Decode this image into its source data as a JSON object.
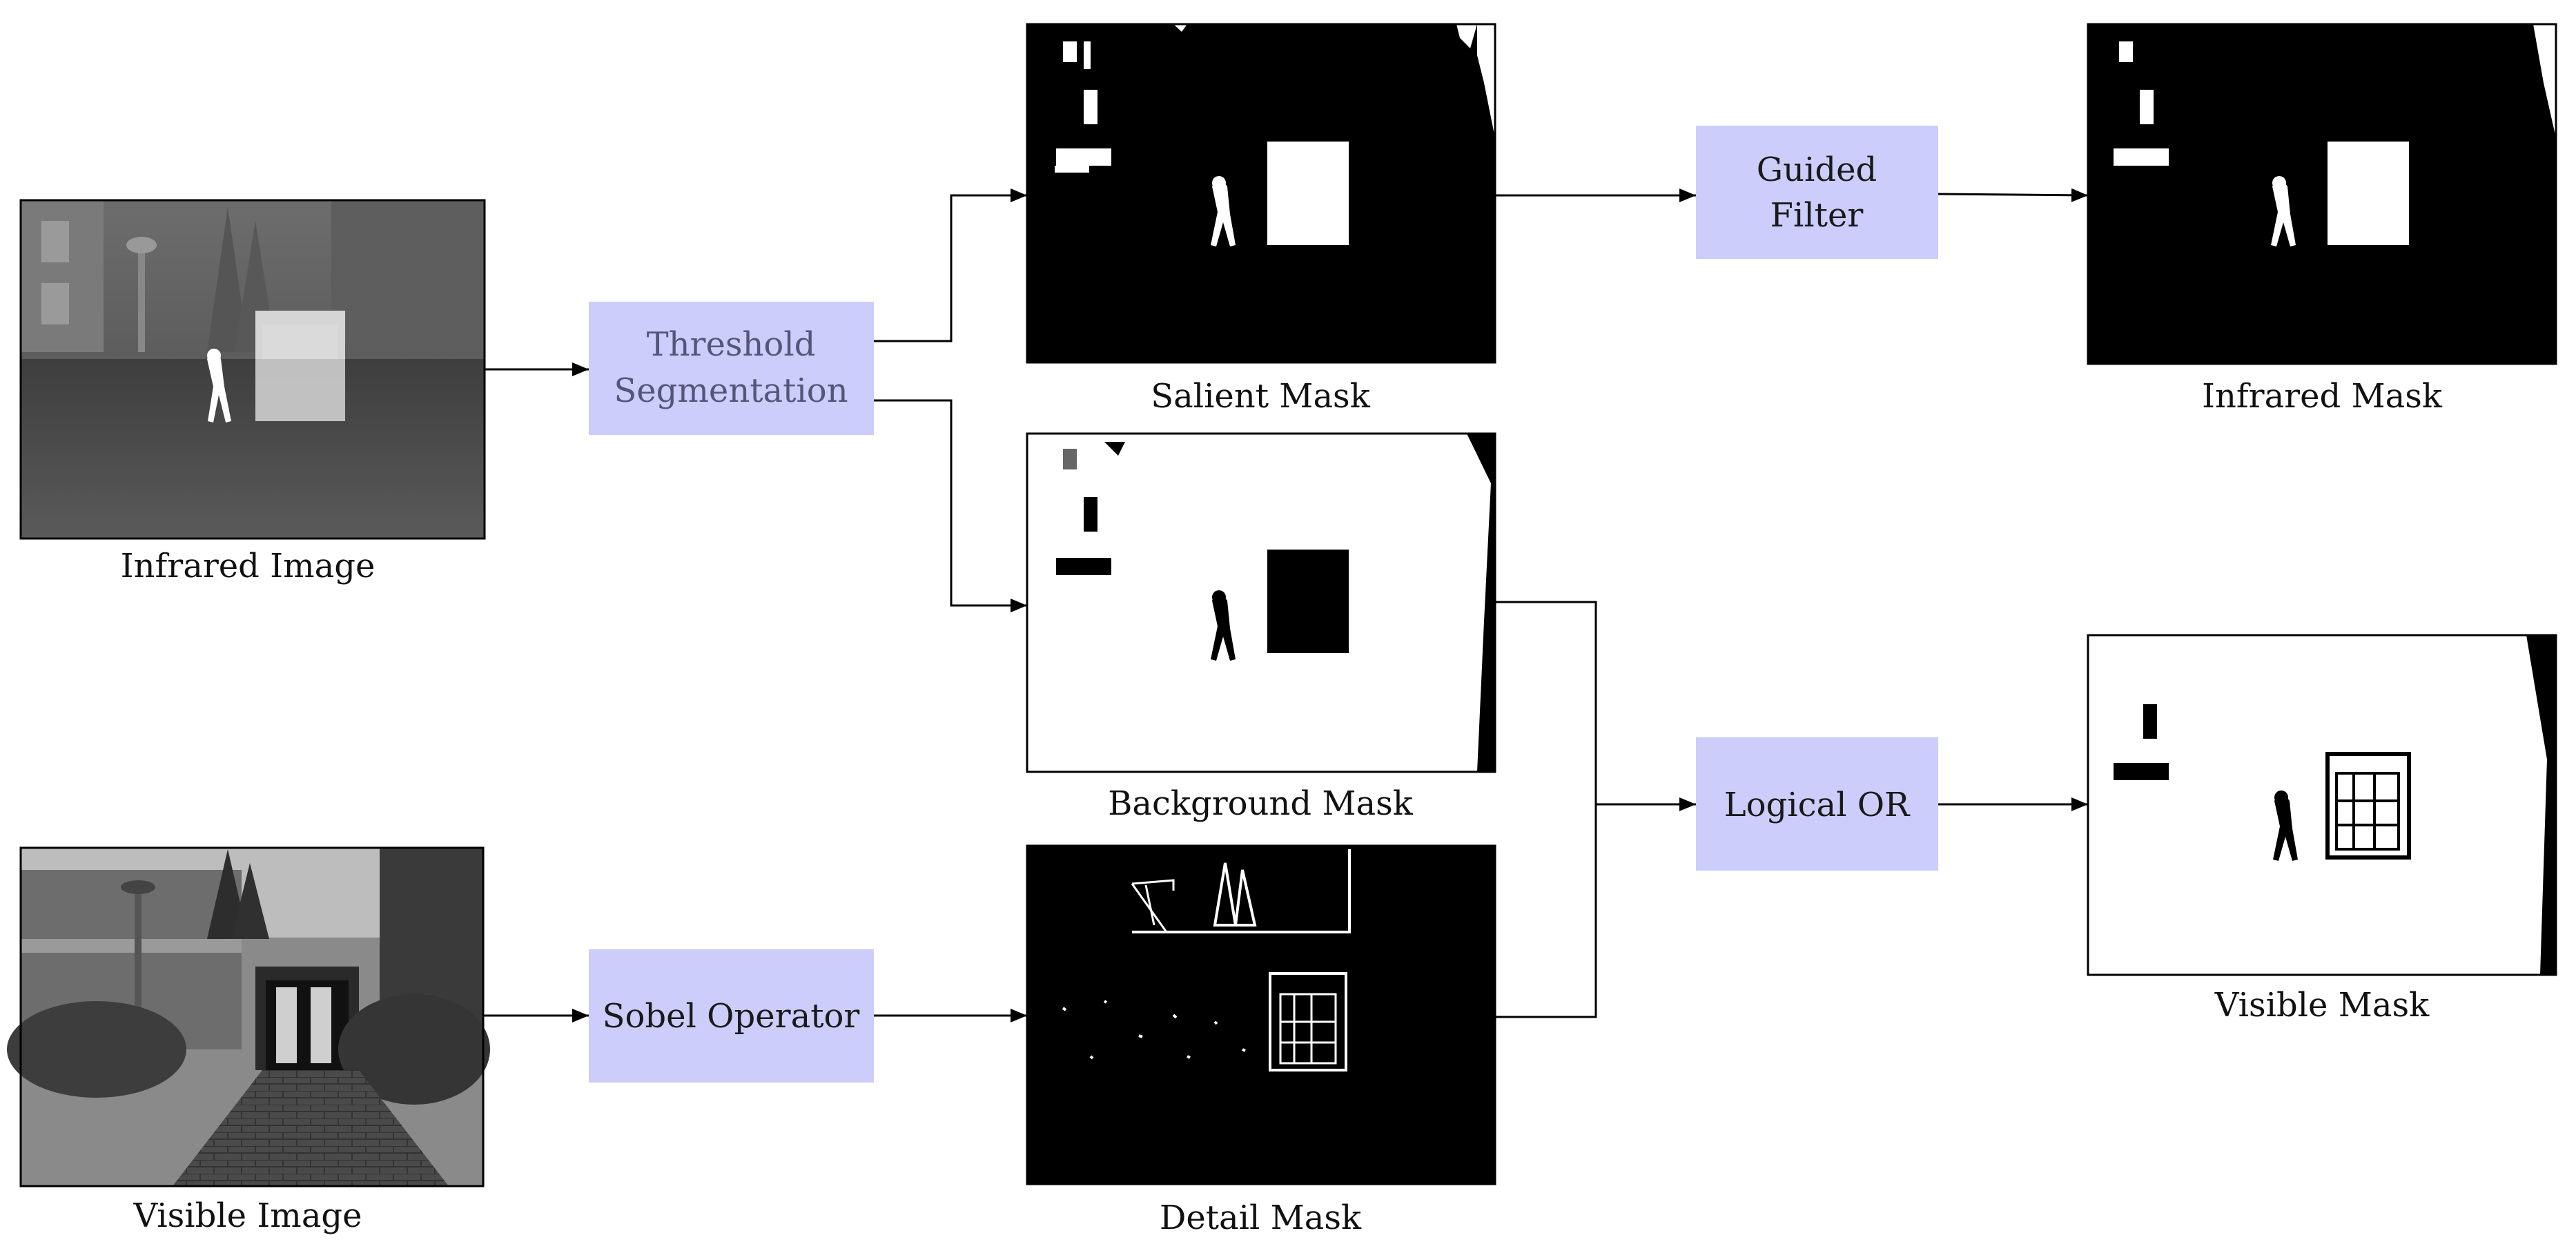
{
  "colors": {
    "process_fill": "#cccdfb",
    "process_text": "#1a1a1a",
    "threshold_text": "#55557a",
    "edge": "#000000"
  },
  "images": {
    "infrared": {
      "caption": "Infrared Image",
      "icon": "thermal-photo"
    },
    "visible": {
      "caption": "Visible Image",
      "icon": "grayscale-photo"
    },
    "salient": {
      "caption": "Salient Mask",
      "icon": "binary-mask"
    },
    "background": {
      "caption": "Background Mask",
      "icon": "binary-mask"
    },
    "detail": {
      "caption": "Detail Mask",
      "icon": "edge-mask"
    },
    "infrared_mask": {
      "caption": "Infrared Mask",
      "icon": "binary-mask"
    },
    "visible_mask": {
      "caption": "Visible Mask",
      "icon": "binary-mask"
    }
  },
  "processes": {
    "threshold": {
      "line1": "Threshold",
      "line2": "Segmentation"
    },
    "sobel": {
      "label": "Sobel Operator"
    },
    "guided": {
      "line1": "Guided",
      "line2": "Filter"
    },
    "logical_or": {
      "label": "Logical OR"
    }
  }
}
